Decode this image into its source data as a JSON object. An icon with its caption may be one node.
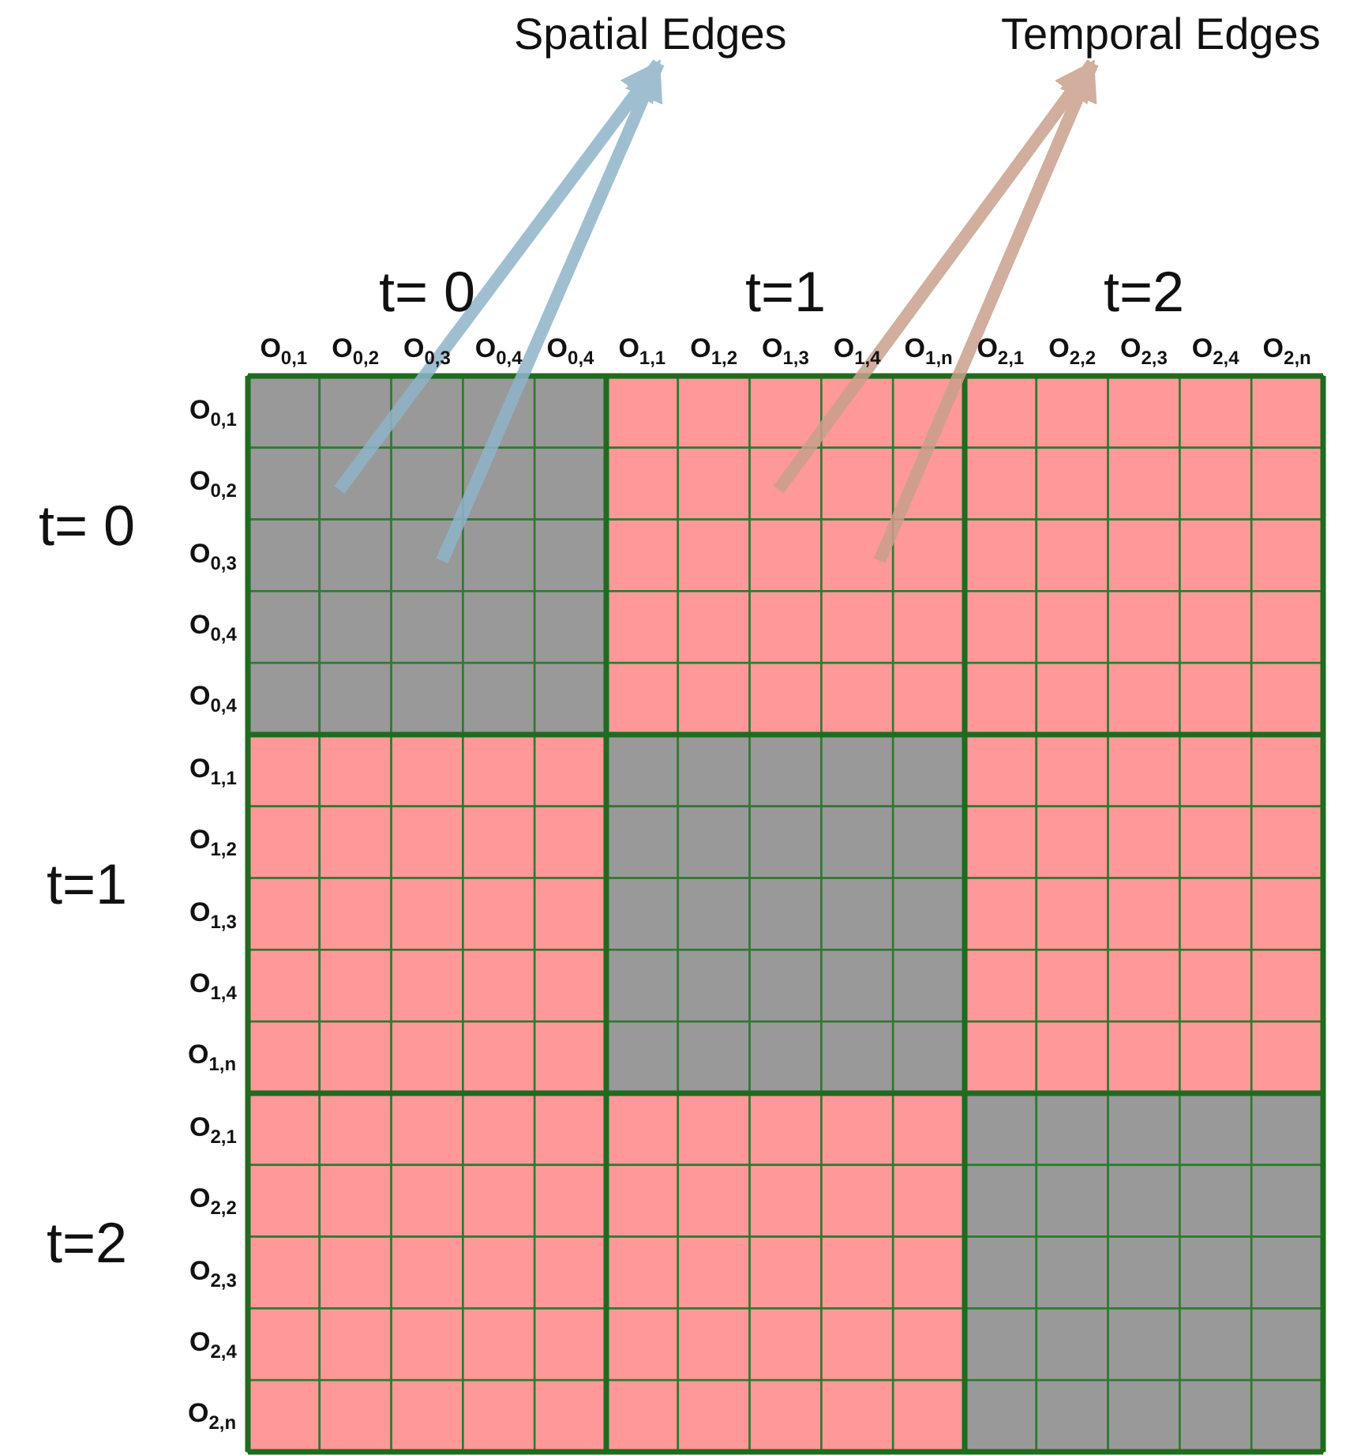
{
  "diagram": {
    "nodes": [
      {
        "text": [
          "Spatial Edges"
        ]
      },
      {
        "text": [
          "Temporal Edges"
        ]
      }
    ],
    "edges": [
      {
        "from": null,
        "to": 0,
        "arrow": "to",
        "color": "#8fb5ca"
      },
      {
        "from": null,
        "to": 0,
        "arrow": "to",
        "color": "#8fb5ca"
      },
      {
        "from": null,
        "to": 1,
        "arrow": "to",
        "color": "#c9a08c"
      },
      {
        "from": null,
        "to": 1,
        "arrow": "to",
        "color": "#c9a08c"
      }
    ],
    "labels": [
      "t= 0",
      "t=1",
      "t=2",
      "O$_{0,1}$",
      "O$_{0,2}$",
      "O$_{0,3}$",
      "O$_{0,4}$",
      "O$_{0,4}$",
      "O$_{1,1}$",
      "O$_{1,2}$",
      "O$_{1,3}$",
      "O$_{1,4}$",
      "O$_{1,n}$",
      "O$_{2,1}$",
      "O$_{2,2}$",
      "O$_{2,3}$",
      "O$_{2,4}$",
      "O$_{2,n}$",
      "t= 0",
      "O$_{0,1}$",
      "O$_{0,2}$",
      "O$_{0,3}$",
      "O$_{0,4}$",
      "O$_{0,4}$",
      "t=1",
      "O$_{1,1}$",
      "O$_{1,2}$",
      "O$_{1,3}$",
      "O$_{1,4}$",
      "O$_{1,n}$",
      "t=2",
      "O$_{2,1}$",
      "O$_{2,2}$",
      "O$_{2,3}$",
      "O$_{2,4}$",
      "O$_{2,n}$"
    ]
  }
}
